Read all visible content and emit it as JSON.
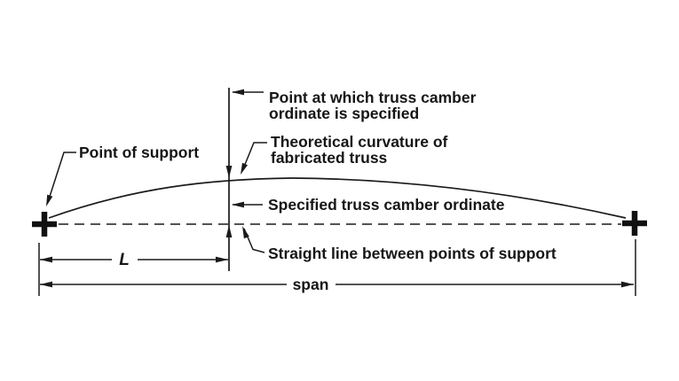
{
  "diagram": {
    "annotations": {
      "camber_point": {
        "line1": "Point at which truss camber",
        "line2": "ordinate is specified"
      },
      "theoretical_curve": {
        "line1": "Theoretical curvature of",
        "line2": "fabricated truss"
      },
      "point_of_support": "Point of support",
      "specified_ordinate": "Specified truss camber ordinate",
      "straight_line": "Straight line between points of support"
    },
    "dimensions": {
      "half_span_label": "L",
      "span_label": "span"
    },
    "colors": {
      "ink": "#1a1a1a",
      "background": "#ffffff"
    }
  }
}
